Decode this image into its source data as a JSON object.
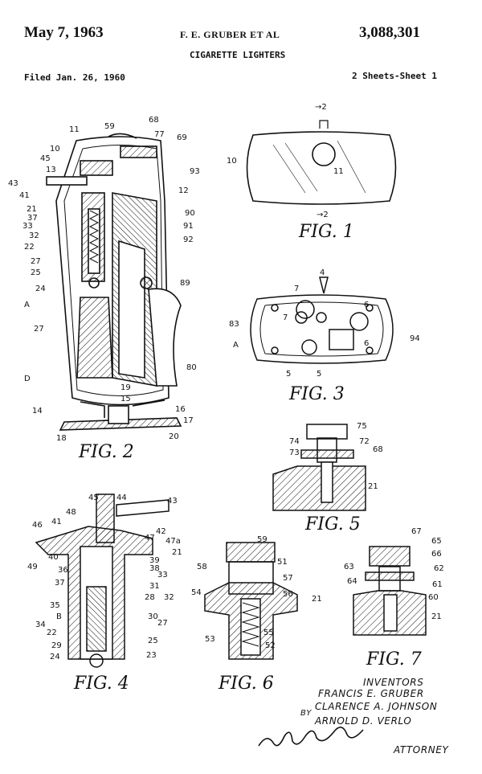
{
  "header": {
    "date": "May 7, 1963",
    "inventor_short": "F. E. GRUBER ET AL",
    "patent_number": "3,088,301",
    "title": "CIGARETTE LIGHTERS",
    "filed": "Filed Jan. 26, 1960",
    "sheets": "2 Sheets-Sheet 1"
  },
  "figures": {
    "fig1": "FIG. 1",
    "fig2": "FIG. 2",
    "fig3": "FIG. 3",
    "fig4": "FIG. 4",
    "fig5": "FIG. 5",
    "fig6": "FIG. 6",
    "fig7": "FIG. 7"
  },
  "inventors": {
    "heading": "INVENTORS",
    "name1": "FRANCIS E. GRUBER",
    "by": "BY",
    "name2": "CLARENCE A. JOHNSON",
    "name3": "ARNOLD D. VERLO",
    "attorney": "ATTORNEY"
  }
}
